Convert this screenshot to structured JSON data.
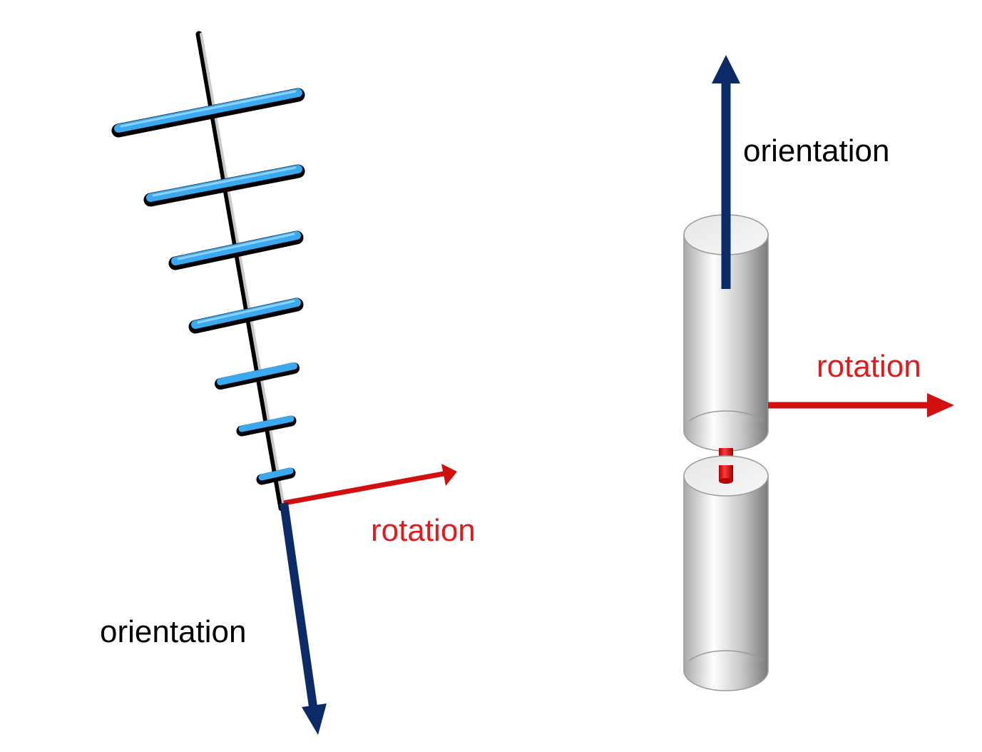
{
  "colors": {
    "orientation_arrow": "#0b2a66",
    "rotation_arrow": "#d10f0f",
    "rotation_text": "#e31a1c",
    "antenna_element": "#3aa9f0",
    "cylinder": "#d9d9d9"
  },
  "left_diagram": {
    "orientation_label": "orientation",
    "rotation_label": "rotation",
    "element_count": 7
  },
  "right_diagram": {
    "orientation_label": "orientation",
    "rotation_label": "rotation"
  }
}
